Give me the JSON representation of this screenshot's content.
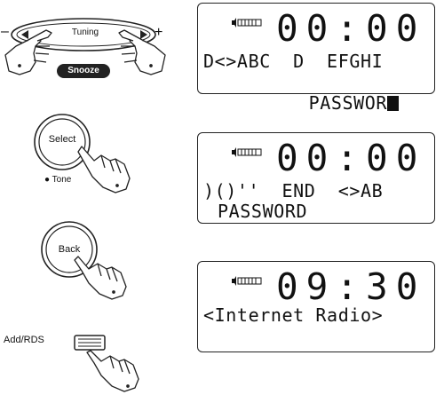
{
  "controls": {
    "tuning_label": "Tuning",
    "minus_label": "–",
    "plus_label": "+",
    "snooze_label": "Snooze",
    "select_label": "Select",
    "tone_label": "● Tone",
    "back_label": "Back",
    "add_rds_label": "Add/RDS"
  },
  "displays": [
    {
      "time": "00:00",
      "line1": "D<>ABC  D  EFGHI",
      "line2": "PASSWOR",
      "cursor": true
    },
    {
      "time": "00:00",
      "line1": ")()''  END  <>AB",
      "line2": "PASSWORD",
      "cursor": false
    },
    {
      "time": "09:30",
      "line1": "<Internet Radio>",
      "line2": "",
      "cursor": false
    }
  ]
}
